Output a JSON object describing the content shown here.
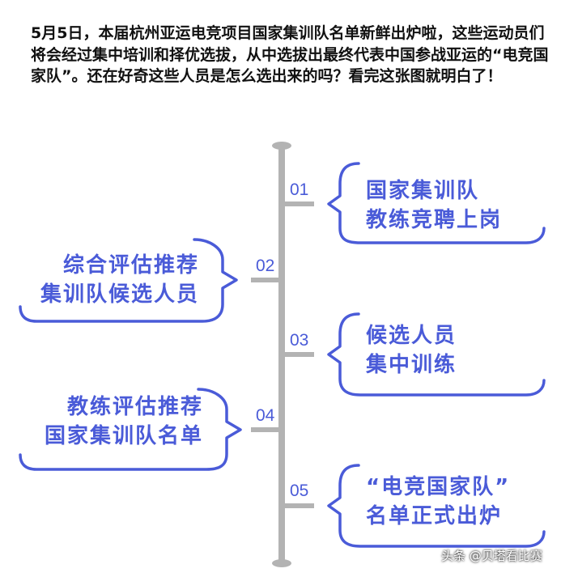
{
  "intro": "5月5日，本届杭州亚运电竞项目国家集训队名单新鲜出炉啦，这些运动员们将会经过集中培训和择优选拔，从中选拔出最终代表中国参战亚运的“电竞国家队”。还在好奇这些人员是怎么选出来的吗？看完这张图就明白了！",
  "colors": {
    "accent": "#4a5bd8",
    "timeline": "#b3b3b3"
  },
  "steps": [
    {
      "num": "01",
      "line1": "国家集训队",
      "line2": "教练竞聘上岗"
    },
    {
      "num": "02",
      "line1": "综合评估推荐",
      "line2": "集训队候选人员"
    },
    {
      "num": "03",
      "line1": "候选人员",
      "line2": "集中训练"
    },
    {
      "num": "04",
      "line1": "教练评估推荐",
      "line2": "国家集训队名单"
    },
    {
      "num": "05",
      "line1": "“电竞国家队”",
      "line2": "名单正式出炉"
    }
  ],
  "watermark": "头条 @贝塔看比赛"
}
